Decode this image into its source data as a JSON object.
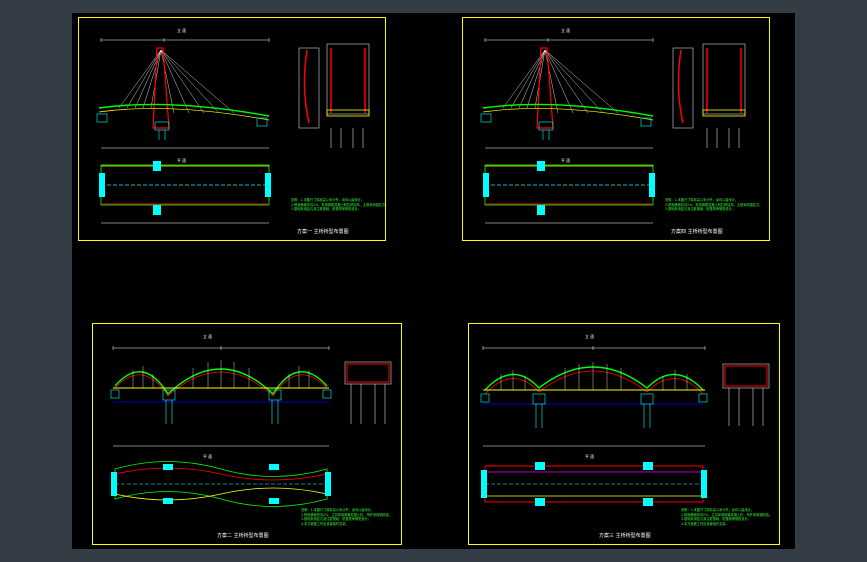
{
  "colors": {
    "background": "#343c46",
    "canvas": "#000000",
    "frame": "#ffff00",
    "deck": "#00ff00",
    "cable": "#ffffff",
    "tower": "#ff0000",
    "dimension": "#ffffff",
    "pier": "#00ffff",
    "notes": "#33ff33",
    "water": "#0000ff"
  },
  "sheets": [
    {
      "id": "sheet-1",
      "kind": "cable-stayed",
      "section_mark": "立 面",
      "plan_mark": "平 面",
      "title": "方案一  主桥桥型布置图",
      "notes": [
        "说明：1.本图尺寸除标高以米计外，余均以厘米计。",
        "2.桥面横坡双向2%，采用钢筋混凝土斜拉桥结构，主塔采用独柱式。",
        "3.基础采用钻孔灌注桩基础，桩基按摩擦桩设计。"
      ]
    },
    {
      "id": "sheet-2",
      "kind": "cable-stayed",
      "section_mark": "立 面",
      "plan_mark": "平 面",
      "title": "方案四  主桥桥型布置图",
      "notes": [
        "说明：1.本图尺寸除标高以米计外，余均以厘米计。",
        "2.桥面横坡双向2%，采用钢筋混凝土斜拉桥结构，主塔采用独柱式。",
        "3.基础采用钻孔灌注桩基础，桩基按摩擦桩设计。"
      ]
    },
    {
      "id": "sheet-3",
      "kind": "arch",
      "section_mark": "立 面",
      "plan_mark": "平 面",
      "title": "方案二  主桥桥型布置图",
      "notes": [
        "说明：1.本图尺寸除标高以米计外，余均以厘米计。",
        "2.桥面横坡双向2%，主拱采用钢管混凝土拱，吊杆采用钢绞线。",
        "3.基础采用钻孔灌注桩基础，桩基按摩擦桩设计。",
        "4.本方案施工时应设置临时支架。"
      ]
    },
    {
      "id": "sheet-4",
      "kind": "arch",
      "section_mark": "立 面",
      "plan_mark": "平 面",
      "title": "方案三  主桥桥型布置图",
      "notes": [
        "说明：1.本图尺寸除标高以米计外，余均以厘米计。",
        "2.桥面横坡双向2%，主拱采用钢管混凝土拱，吊杆采用钢绞线。",
        "3.基础采用钻孔灌注桩基础，桩基按摩擦桩设计。",
        "4.本方案施工时应设置临时支架。"
      ]
    }
  ]
}
